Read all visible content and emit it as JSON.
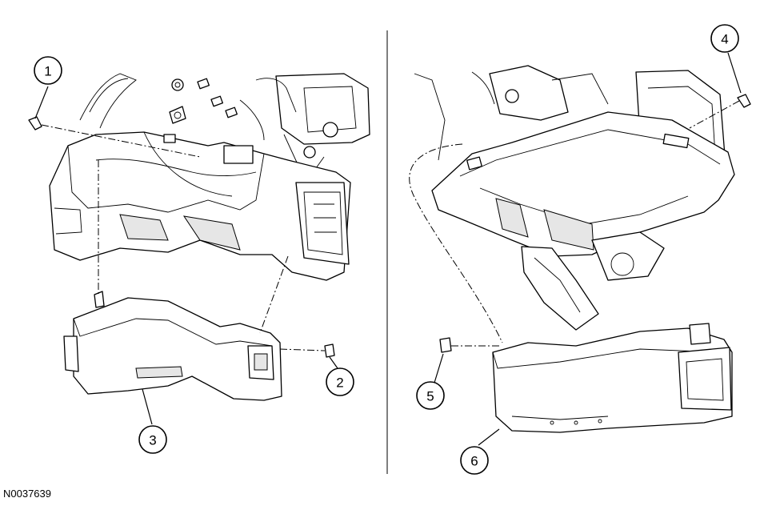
{
  "figure_id": "N0037639",
  "callouts": [
    {
      "label": "1"
    },
    {
      "label": "2"
    },
    {
      "label": "3"
    },
    {
      "label": "4"
    },
    {
      "label": "5"
    },
    {
      "label": "6"
    }
  ]
}
